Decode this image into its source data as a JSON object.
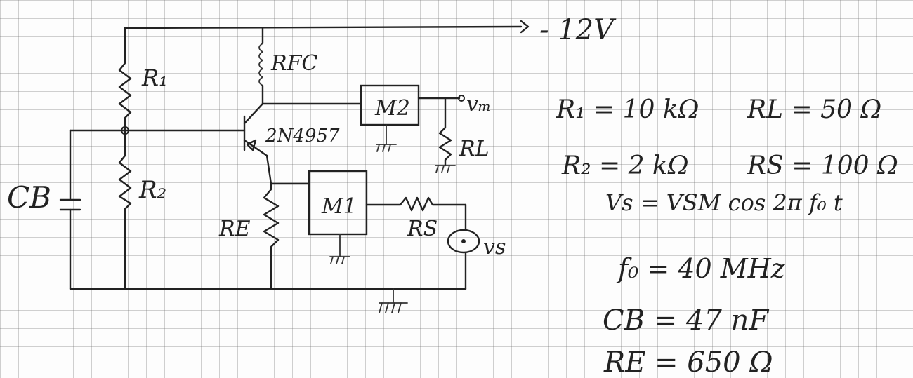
{
  "schematic": {
    "supply": "- 12V",
    "labels": {
      "R1": "R₁",
      "R2": "R₂",
      "RFC": "RFC",
      "transistor": "2N4957",
      "M2": "M2",
      "M1": "M1",
      "vm": "vₘ",
      "RL": "RL",
      "RE": "RE",
      "RS": "RS",
      "vs": "vs",
      "CB": "CB"
    }
  },
  "specs": [
    "R₁ = 10 kΩ",
    "RL = 50 Ω",
    "R₂ = 2 kΩ",
    "RS = 100 Ω",
    "Vs = VSM cos 2π f₀ t",
    "f₀ = 40 MHz",
    "CB = 47 nF",
    "RE = 650 Ω"
  ],
  "colors": {
    "ink": "#222222",
    "grid": "#8a8a8a",
    "paper": "#fdfdfd"
  }
}
